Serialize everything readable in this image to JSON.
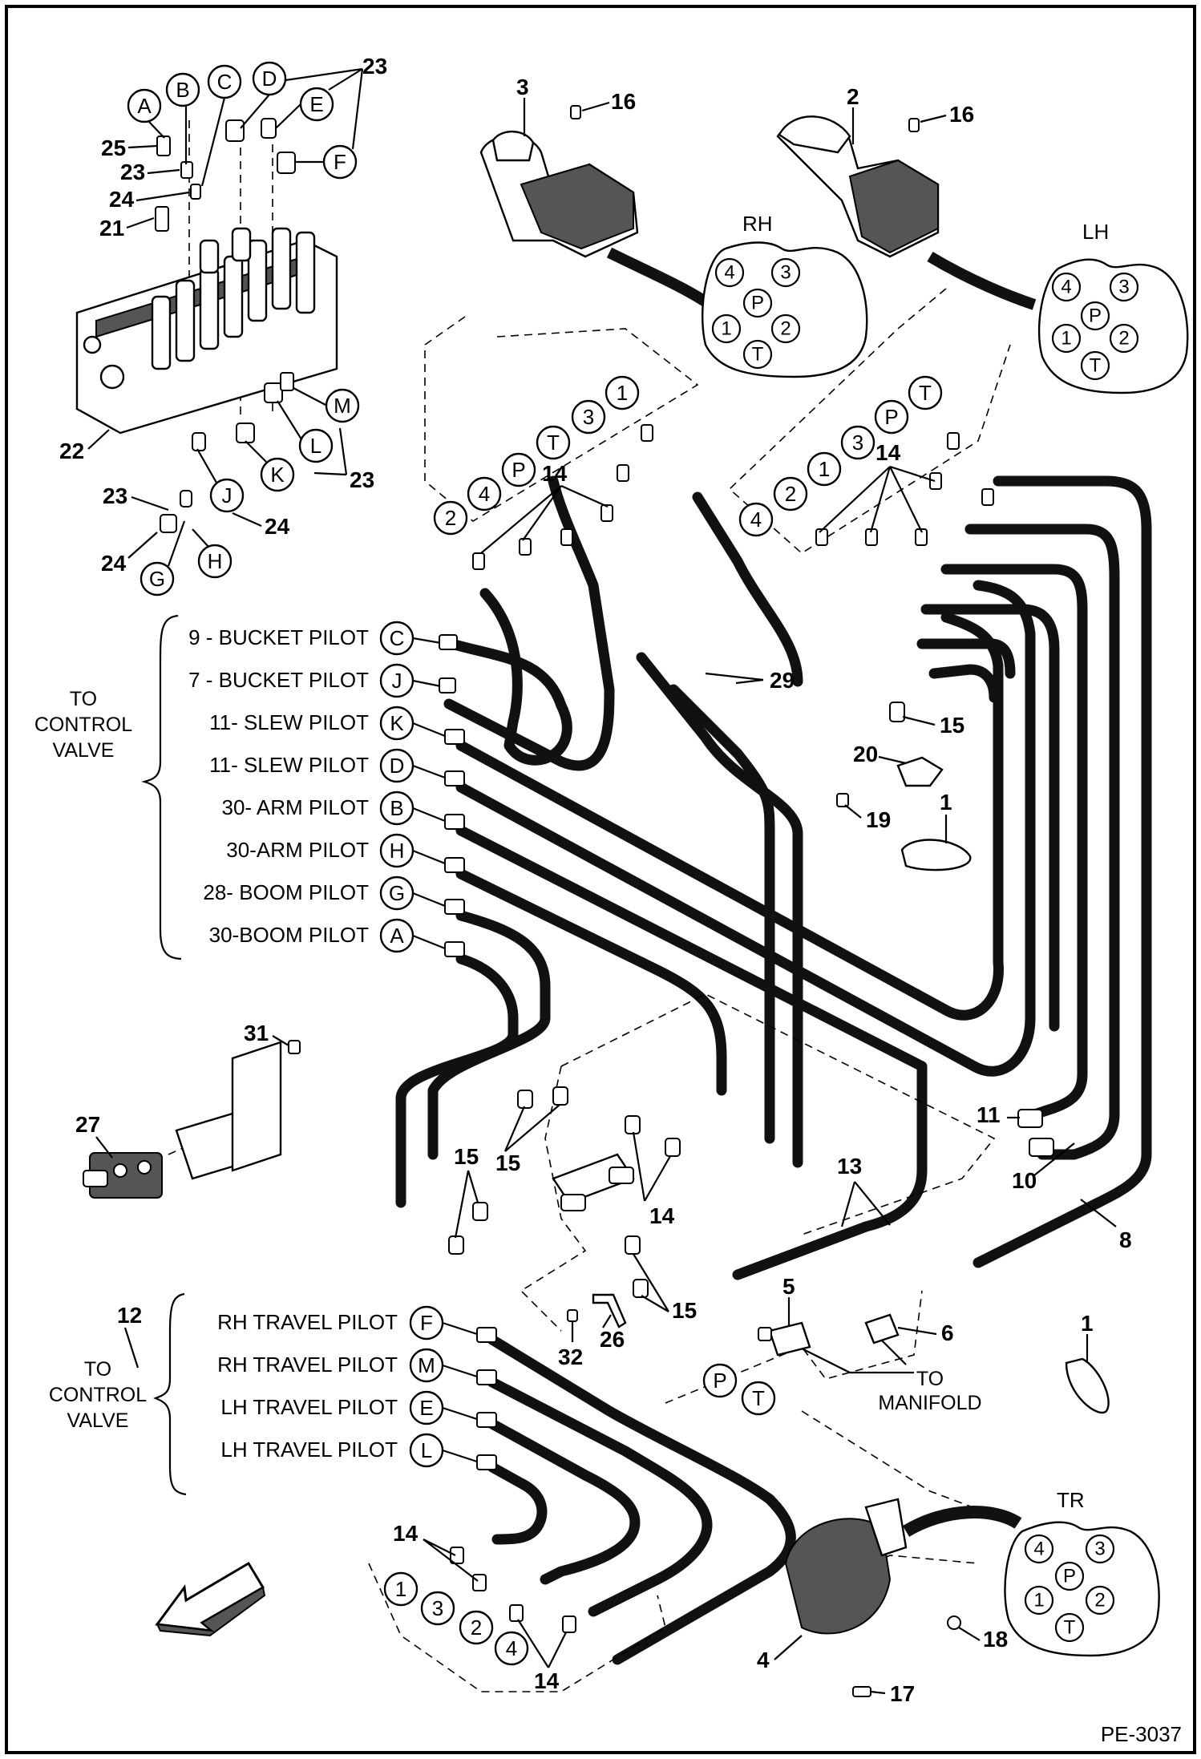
{
  "figure_id": "PE-3037",
  "group_left_top": {
    "caption_lines": [
      "TO",
      "CONTROL",
      "VALVE"
    ],
    "ports": [
      {
        "label": "9 - BUCKET PILOT",
        "letter": "C"
      },
      {
        "label": "7 - BUCKET PILOT",
        "letter": "J"
      },
      {
        "label": "11- SLEW PILOT",
        "letter": "K"
      },
      {
        "label": "11- SLEW PILOT",
        "letter": "D"
      },
      {
        "label": "30- ARM PILOT",
        "letter": "B"
      },
      {
        "label": "30-ARM PILOT",
        "letter": "H"
      },
      {
        "label": "28- BOOM PILOT",
        "letter": "G"
      },
      {
        "label": "30-BOOM PILOT",
        "letter": "A"
      }
    ]
  },
  "group_left_bottom": {
    "callout": "12",
    "caption_lines": [
      "TO",
      "CONTROL",
      "VALVE"
    ],
    "ports": [
      {
        "label": "RH TRAVEL PILOT",
        "letter": "F"
      },
      {
        "label": "RH TRAVEL PILOT",
        "letter": "M"
      },
      {
        "label": "LH TRAVEL PILOT",
        "letter": "E"
      },
      {
        "label": "LH TRAVEL PILOT",
        "letter": "L"
      }
    ]
  },
  "valve_letters": [
    "A",
    "B",
    "C",
    "D",
    "E",
    "F",
    "G",
    "H",
    "J",
    "K",
    "L",
    "M"
  ],
  "valve_numbers": [
    "22",
    "21",
    "23",
    "24",
    "25"
  ],
  "rh_joystick": {
    "label": "RH",
    "part": "3",
    "port_bubbles": [
      "2",
      "4",
      "P",
      "T",
      "3",
      "1"
    ],
    "connector_pins": [
      "4",
      "3",
      "P",
      "1",
      "2",
      "T"
    ]
  },
  "lh_joystick": {
    "label": "LH",
    "part": "2",
    "port_bubbles": [
      "4",
      "2",
      "1",
      "3",
      "P",
      "T"
    ],
    "connector_pins": [
      "4",
      "3",
      "P",
      "1",
      "2",
      "T"
    ]
  },
  "travel_valve": {
    "label": "TR",
    "part": "4",
    "port_bubbles": [
      "1",
      "3",
      "2",
      "4"
    ],
    "connector_pins": [
      "4",
      "3",
      "P",
      "1",
      "2",
      "T"
    ]
  },
  "manifold": {
    "label_lines": [
      "TO",
      "MANIFOLD"
    ],
    "port_bubbles": [
      "P",
      "T"
    ]
  },
  "callouts": [
    "1",
    "5",
    "6",
    "8",
    "10",
    "11",
    "13",
    "14",
    "15",
    "16",
    "17",
    "18",
    "19",
    "20",
    "26",
    "27",
    "29",
    "31",
    "32"
  ]
}
